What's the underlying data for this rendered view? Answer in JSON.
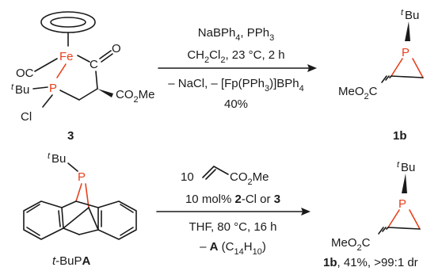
{
  "reaction1": {
    "reagents": "NaBPh",
    "reagents_sub1": "4",
    "reagents_rest": ", PPh",
    "reagents_sub2": "3",
    "solvent": "CH",
    "solvent_sub1": "2",
    "solvent_mid": "Cl",
    "solvent_sub2": "2",
    "solvent_rest": ", 23 °C, 2 h",
    "byproduct": "– NaCl, – [Fp(PPh",
    "byproduct_sub": "3",
    "byproduct_rest": ")]BPh",
    "byproduct_sub2": "4",
    "yield": "40%",
    "reactant": {
      "label": "3",
      "atoms": {
        "fe": "Fe",
        "p": "P",
        "co_ligand": "OC",
        "carbonyl_o": "O",
        "carbonyl_c": "C",
        "tbu_sup": "t",
        "tbu": "Bu",
        "cl": "Cl",
        "ester": "CO",
        "ester_sub": "2",
        "ester_rest": "Me"
      }
    },
    "product": {
      "label": "1b",
      "atoms": {
        "p": "P",
        "tbu_sup": "t",
        "tbu": "Bu",
        "ester": "MeO",
        "ester_sub": "2",
        "ester_rest": "C"
      }
    }
  },
  "reaction2": {
    "equiv": "10",
    "alkene_sub": "CO",
    "alkene_sub2": "2",
    "alkene_rest": "Me",
    "catalyst_pre": "10 mol% ",
    "catalyst_b1": "2",
    "catalyst_mid": "-Cl or ",
    "catalyst_b2": "3",
    "conditions": "THF, 80 °C, 16 h",
    "byproduct_pre": "– ",
    "byproduct_bold": "A",
    "byproduct_rest": " (C",
    "byproduct_sub1": "14",
    "byproduct_mid": "H",
    "byproduct_sub2": "10",
    "byproduct_end": ")",
    "reactant": {
      "label_pre": "t",
      "label_mid": "-BuP",
      "label_bold": "A",
      "atoms": {
        "p": "P",
        "tbu_sup": "t",
        "tbu": "Bu"
      }
    },
    "product": {
      "label_bold": "1b",
      "label_rest": ", 41%, >99:1 dr",
      "atoms": {
        "p": "P",
        "tbu_sup": "t",
        "tbu": "Bu",
        "ester": "MeO",
        "ester_sub": "2",
        "ester_rest": "C"
      }
    }
  },
  "colors": {
    "phosphorus": "#e8401c",
    "iron": "#e8401c",
    "text": "#1a1a1a"
  }
}
